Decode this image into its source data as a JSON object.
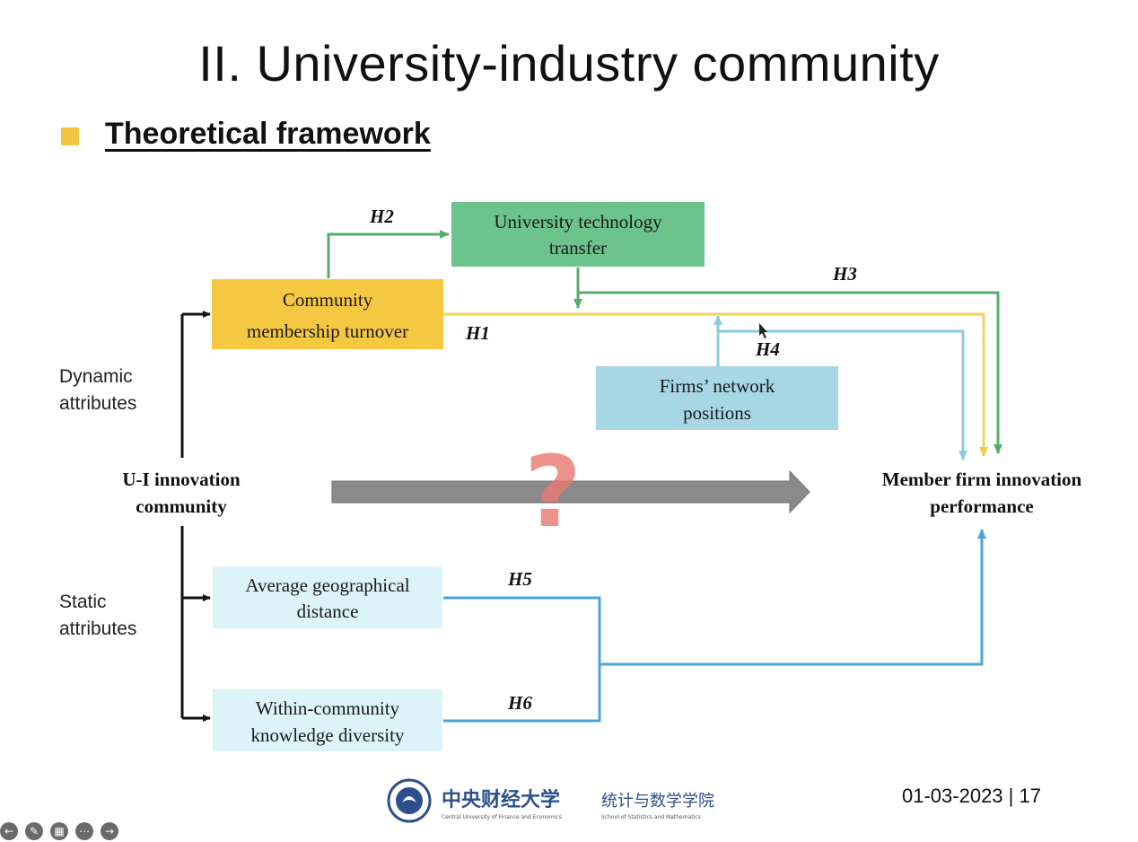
{
  "slide": {
    "title": "II. University-industry community",
    "section_heading": "Theoretical framework",
    "date_page": "01-03-2023 | 17"
  },
  "diagram": {
    "nodes": {
      "tech_transfer": [
        "University technology",
        "transfer"
      ],
      "membership_turnover": [
        "Community",
        "membership turnover"
      ],
      "network_positions": [
        "Firms’ network",
        "positions"
      ],
      "ui_community": [
        "U-I innovation",
        "community"
      ],
      "firm_performance": [
        "Member firm innovation",
        "performance"
      ],
      "geo_distance": [
        "Average geographical",
        "distance"
      ],
      "knowledge_diversity": [
        "Within-community",
        "knowledge diversity"
      ]
    },
    "side_labels": {
      "dynamic": [
        "Dynamic",
        "attributes"
      ],
      "static": [
        "Static",
        "attributes"
      ]
    },
    "hypotheses": {
      "h1": "H1",
      "h2": "H2",
      "h3": "H3",
      "h4": "H4",
      "h5": "H5",
      "h6": "H6"
    },
    "question_mark": "?",
    "colors": {
      "green": "#55ad6d",
      "green_box": "#6cc38b",
      "yellow": "#f5c842",
      "yellow_line": "#f3d35f",
      "blue": "#4aa6d6",
      "blue_box": "#a7d6e5",
      "light_blue_box": "#dcf3fa",
      "gray_arrow": "#8a8a8a"
    }
  },
  "footer": {
    "logo_cn": "中央财经大学",
    "logo_en": "Central University of Finance and Economics",
    "school_cn": "统计与数学学院",
    "school_en": "School of Statistics and Mathematics"
  },
  "viewer": {
    "icons": [
      "back-icon",
      "pen-icon",
      "slides-icon",
      "more-icon",
      "forward-icon"
    ]
  }
}
